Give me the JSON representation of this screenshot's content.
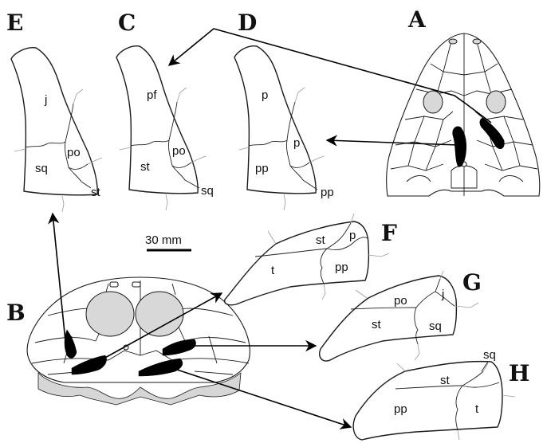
{
  "panels": {
    "A": {
      "letter": "A"
    },
    "B": {
      "letter": "B"
    },
    "C": {
      "letter": "C",
      "labels": [
        "pf",
        "po",
        "st",
        "sq"
      ]
    },
    "D": {
      "letter": "D",
      "labels": [
        "p",
        "p",
        "pp",
        "pp"
      ]
    },
    "E": {
      "letter": "E",
      "labels": [
        "j",
        "po",
        "sq",
        "st"
      ]
    },
    "F": {
      "letter": "F",
      "labels": [
        "st",
        "p",
        "t",
        "pp"
      ]
    },
    "G": {
      "letter": "G",
      "labels": [
        "po",
        "j",
        "st",
        "sq"
      ]
    },
    "H": {
      "letter": "H",
      "labels": [
        "sq",
        "st",
        "pp",
        "t"
      ]
    }
  },
  "scale_bar": {
    "label": "30 mm"
  }
}
